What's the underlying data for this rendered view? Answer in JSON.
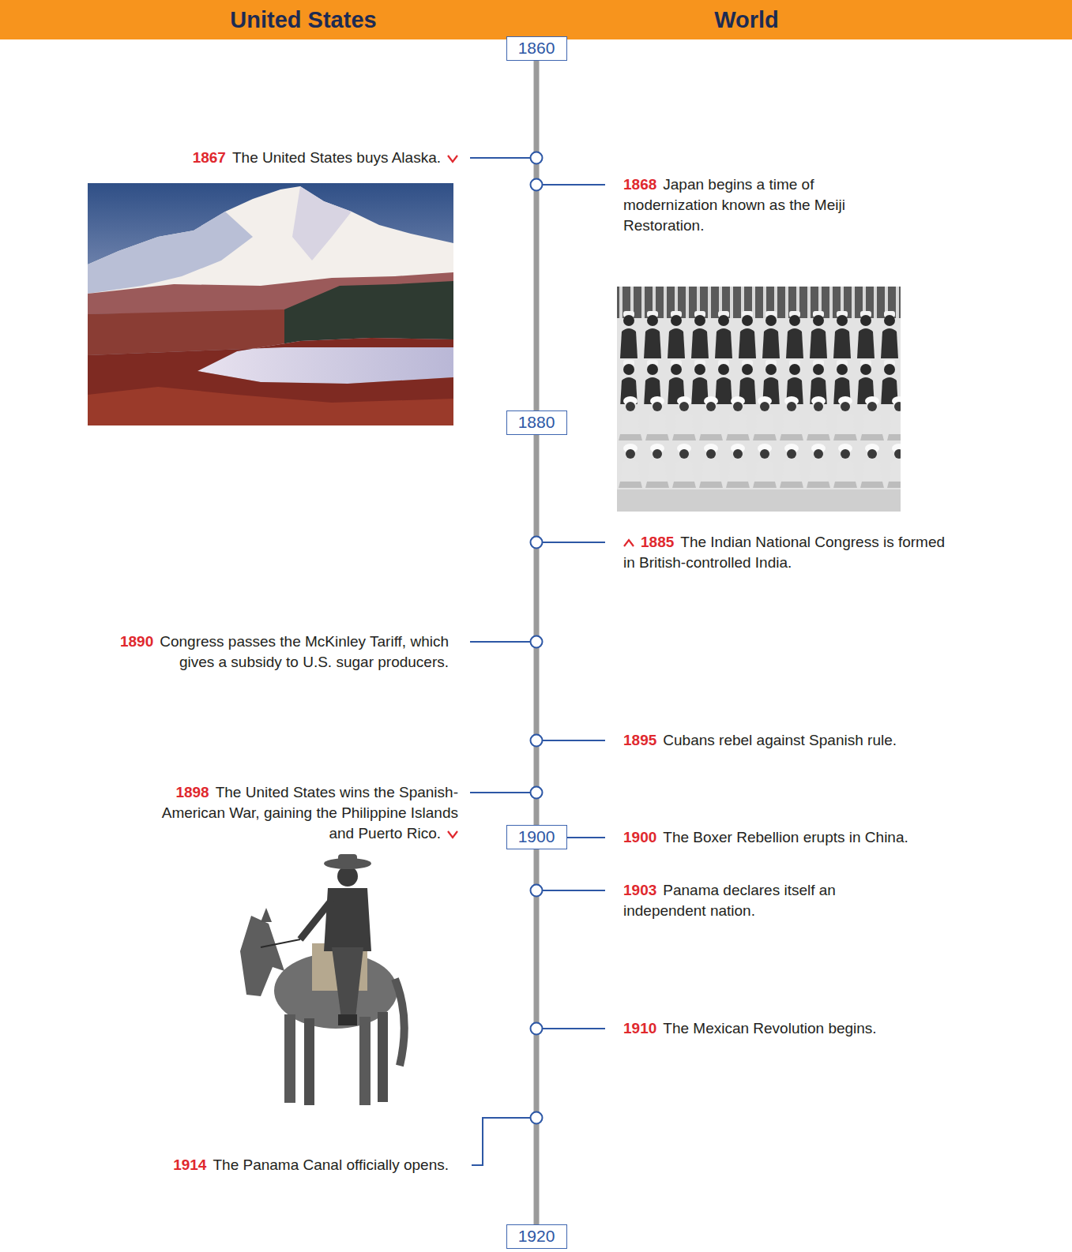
{
  "diagram": {
    "nodes": [
      {
        "text": [
          "United States",
          "World"
        ]
      },
      {
        "text": [
          "1860"
        ]
      },
      {
        "text": [
          "1880"
        ]
      },
      {
        "text": [
          "1900"
        ]
      },
      {
        "text": [
          "1920"
        ]
      }
    ],
    "edges": [
      {
        "from": 1,
        "to": 2,
        "arrow": "none"
      },
      {
        "from": 2,
        "to": 3,
        "arrow": "none"
      },
      {
        "from": 3,
        "to": 4,
        "arrow": "none"
      }
    ],
    "labels": [
      "1867",
      "The United States buys Alaska.",
      "1868",
      "Japan begins a time of modernization known as the Meiji Restoration.",
      "1885",
      "The Indian National Congress is formed in British-controlled India.",
      "1890",
      "Congress passes the McKinley Tariff, which gives a subsidy to U.S. sugar producers.",
      "1895",
      "Cubans rebel against Spanish rule.",
      "1898",
      "The United States wins the Spanish-American War, gaining the Philippine Islands and Puerto Rico.",
      "1900",
      "The Boxer Rebellion erupts in China.",
      "1903",
      "Panama declares itself an independent nation.",
      "1910",
      "The Mexican Revolution begins.",
      "1914",
      "The Panama Canal officially opens."
    ]
  }
}
